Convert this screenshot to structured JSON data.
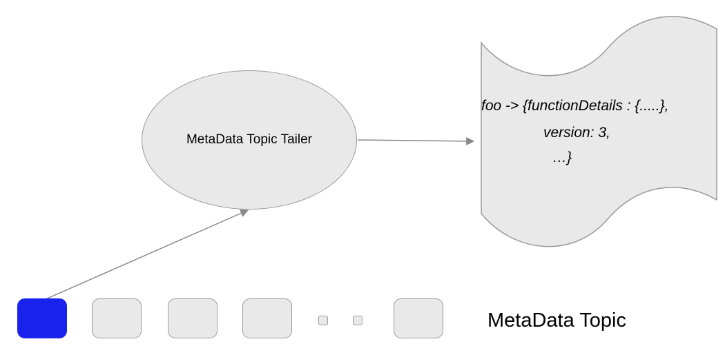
{
  "colors": {
    "shape_fill": "#e9e9e9",
    "shape_stroke": "#9a9a9a",
    "arrow_color": "#888888",
    "highlight_blue": "#1a23ee",
    "text_color": "#000000",
    "bg": "#ffffff"
  },
  "tailer_node": {
    "label": "MetaData Topic Tailer"
  },
  "metadata_store": {
    "lines": [
      "foo -> {functionDetails : {.....},",
      "version: 3,",
      "…}"
    ]
  },
  "topic_row": {
    "label": "MetaData Topic",
    "cells": [
      {
        "type": "highlighted"
      },
      {
        "type": "normal"
      },
      {
        "type": "normal"
      },
      {
        "type": "normal"
      },
      {
        "type": "ellipsis"
      },
      {
        "type": "ellipsis"
      },
      {
        "type": "normal"
      }
    ]
  }
}
